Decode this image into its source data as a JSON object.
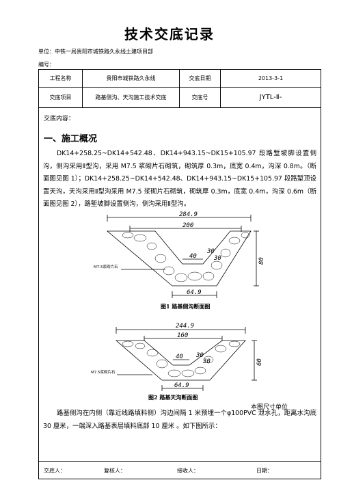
{
  "title": "技术交底记录",
  "unit": "单位：中铁一局贵阳市城铁路久永线土建项目部",
  "code_label": "编号：",
  "table": {
    "project_name_label": "工程名称",
    "project_name": "贵阳市城铁路久永线",
    "date_label": "交底日期",
    "date": "2013-3-1",
    "item_label": "交底项目",
    "item": "路基侧沟、天沟施工技术交底",
    "no_label": "交底号",
    "no": "JYTL-Ⅱ-"
  },
  "content_label": "交底内容：",
  "section_1": "一、施工概况",
  "paragraph_1": "DK14+258.25~DK14+542.48、DK14+943.15~DK15+105.97 段路堑坡脚设置侧沟，侧沟采用Ⅱ型沟，采用 M7.5 浆砌片石砌筑，砌筑厚 0.3m，底宽 0.4m，沟深 0.8m。（断面图见图 1）；DK14+258.25~DK14+542.48、DK14+943.15~DK15+105.97 段路堑顶设置天沟，天沟采用Ⅱ型沟采用 M7.5 浆砌片石砌筑，砌筑厚 0.3m，底宽 0.4m，沟深 0.6m（断面图见图 2），路堑坡脚设置侧沟，侧沟采用Ⅱ型沟。",
  "figure_1": {
    "dim_top": "284.9",
    "dim_mid": "200",
    "dim_depth": "80",
    "dim_wall_a": "30",
    "dim_wall_b": "30",
    "dim_bottom_inner": "40",
    "dim_bottom_outer": "64.9",
    "material": "M7.5浆砌片石",
    "caption": "图1 路基侧沟断面图"
  },
  "figure_2": {
    "dim_top": "244.9",
    "dim_mid": "160",
    "dim_depth": "60",
    "dim_wall_a": "30",
    "dim_wall_b": "30",
    "dim_bottom_inner": "40",
    "dim_bottom_outer": "64.9",
    "material": "M7.5浆砌片石",
    "caption": "图2 路基天沟断面图"
  },
  "unit_note": "本图尺寸单位",
  "paragraph_2": "路基侧沟在内侧（靠近线路填料侧）沟边间隔 1 米预埋一个φ100PVC 泄水孔，距离水沟底 30 厘米，一端深入路基表层填料底部 10 厘米 。如下图所示：",
  "footer": {
    "handover": "交底人：",
    "review": "复核人：",
    "receiver": "接收人：",
    "date": "日期："
  }
}
